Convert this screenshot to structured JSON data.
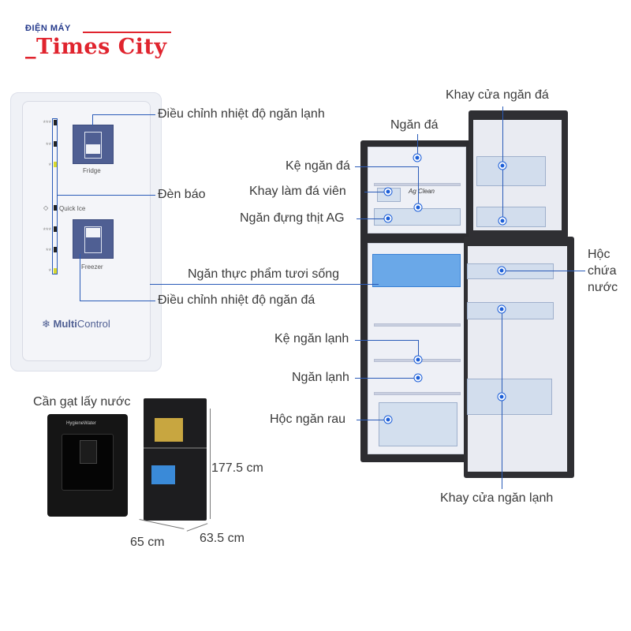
{
  "logo": {
    "top": "ĐIỆN MÁY",
    "main": "_Times City"
  },
  "control_panel": {
    "fridge_button": "Fridge",
    "freezer_button": "Freezer",
    "quick_ice": "Quick Ice",
    "brand": {
      "bold": "Multi",
      "rest": "Control"
    },
    "stars": [
      "***",
      "**",
      "*",
      "***",
      "**",
      "*"
    ]
  },
  "labels": {
    "fridge_temp": "Điều chỉnh nhiệt độ ngăn lạnh",
    "indicator": "Đèn báo",
    "freezer_temp": "Điều chỉnh nhiệt độ ngăn đá",
    "fresh_food": "Ngăn thực phẩm tươi sống",
    "freezer_door_tray": "Khay cửa ngăn đá",
    "freezer": "Ngăn đá",
    "freezer_shelf": "Kệ ngăn đá",
    "ice_tray": "Khay làm đá viên",
    "meat_ag": "Ngăn đựng thịt AG",
    "water_tank": [
      "Hộc",
      "chứa",
      "nước"
    ],
    "fridge_shelf": "Kệ ngăn lạnh",
    "fridge": "Ngăn lạnh",
    "veg_drawer": "Hộc ngăn rau",
    "fridge_door_tray": "Khay cửa ngăn lạnh",
    "water_lever": "Cần gạt lấy nước"
  },
  "fridge_text": {
    "ag_clean": "Ag Clean",
    "hygiene": "HygieneWater"
  },
  "dimensions": {
    "height": "177.5 cm",
    "width": "65 cm",
    "depth": "63.5 cm"
  },
  "colors": {
    "brand_red": "#e0242e",
    "brand_blue": "#253a8c",
    "callout": "#2a5bb8",
    "dot": "#1b5ed8"
  }
}
